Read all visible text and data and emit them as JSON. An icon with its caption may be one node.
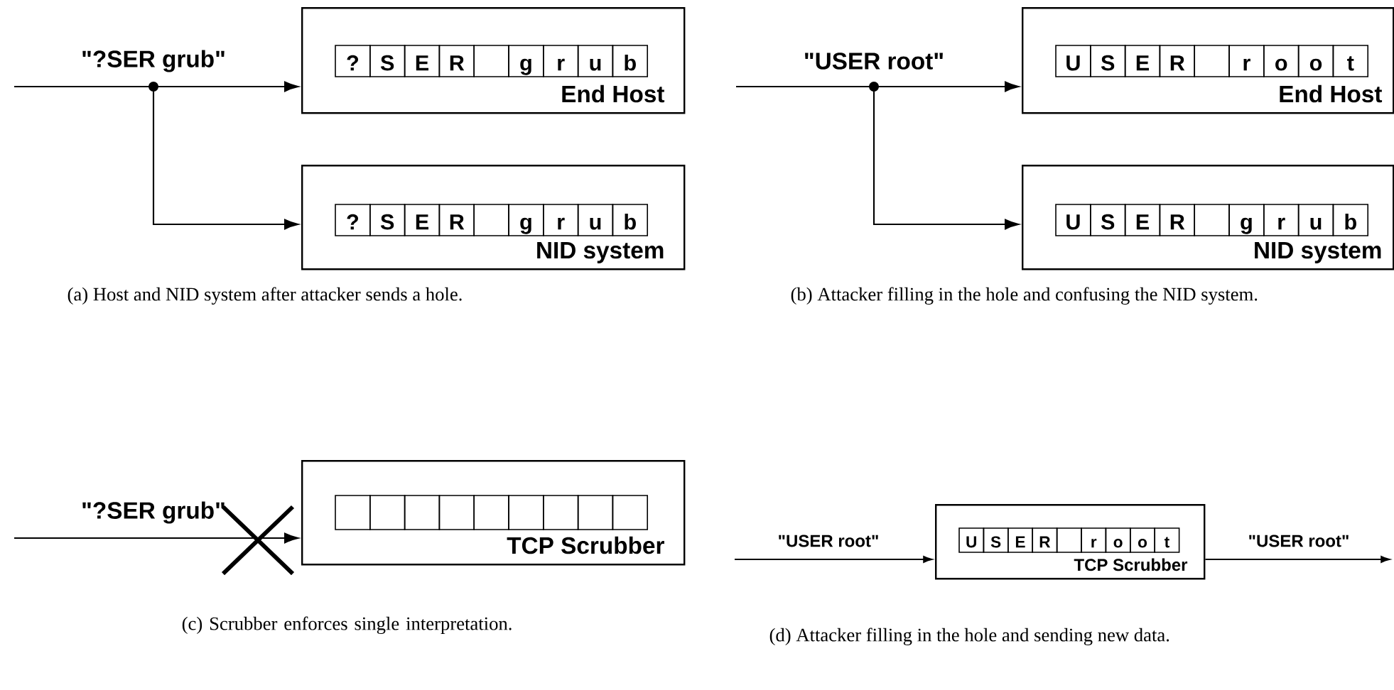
{
  "diagram": {
    "nodes": [
      {
        "text": [
          "End Host"
        ]
      },
      {
        "text": [
          "NID system"
        ]
      },
      {
        "text": [
          "End Host"
        ]
      },
      {
        "text": [
          "NID system"
        ]
      },
      {
        "text": [
          "TCP Scrubber"
        ]
      },
      {
        "text": [
          "TCP Scrubber"
        ]
      }
    ],
    "edges": [
      {
        "from": null,
        "to": 0,
        "arrow": "to",
        "label": "\"?SER grub\""
      },
      {
        "from": null,
        "to": 1,
        "arrow": "to"
      },
      {
        "from": null,
        "to": 2,
        "arrow": "to",
        "label": "\"USER root\""
      },
      {
        "from": null,
        "to": 3,
        "arrow": "to"
      },
      {
        "from": null,
        "to": 4,
        "arrow": "to",
        "label": "\"?SER grub\""
      },
      {
        "from": null,
        "to": 5,
        "arrow": "to",
        "label": "\"USER root\""
      },
      {
        "from": 5,
        "to": null,
        "arrow": "to",
        "label": "\"USER root\""
      }
    ],
    "labels": [
      "?",
      "S",
      "E",
      "R",
      "g",
      "r",
      "u",
      "b",
      "?",
      "S",
      "E",
      "R",
      "g",
      "r",
      "u",
      "b",
      "U",
      "S",
      "E",
      "R",
      "r",
      "o",
      "o",
      "t",
      "U",
      "S",
      "E",
      "R",
      "g",
      "r",
      "u",
      "b",
      "(a) Host and NID system after attacker sends a hole.",
      "(b) Attacker filling in the hole and confusing the NID system.",
      "U",
      "S",
      "E",
      "R",
      "r",
      "o",
      "o",
      "t",
      "(c) Scrubber enforces single interpretation.",
      "(d) Attacker filling in the hole and sending new data."
    ]
  }
}
